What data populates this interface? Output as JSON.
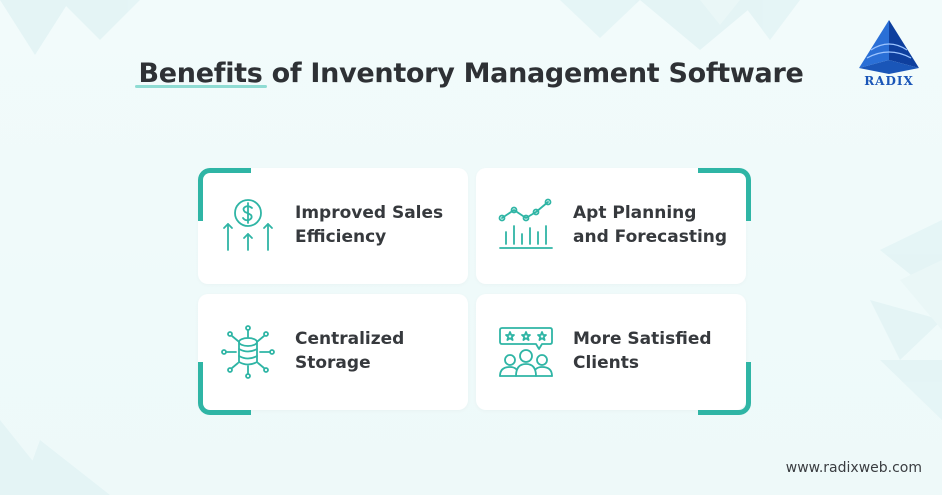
{
  "page": {
    "title_highlight": "Benefits",
    "title_rest": " of Inventory Management Software",
    "website": "www.radixweb.com"
  },
  "logo": {
    "text": "RADIX",
    "color": "#1a56b8"
  },
  "accent_color": "#2fb5a5",
  "cards": [
    {
      "label_line1": "Improved Sales",
      "label_line2": "Efficiency",
      "icon": "dollar-growth-icon"
    },
    {
      "label_line1": "Apt Planning",
      "label_line2": "and Forecasting",
      "icon": "line-bar-chart-icon"
    },
    {
      "label_line1": "Centralized",
      "label_line2": "Storage",
      "icon": "database-network-icon"
    },
    {
      "label_line1": "More Satisfied",
      "label_line2": "Clients",
      "icon": "customer-rating-icon"
    }
  ]
}
